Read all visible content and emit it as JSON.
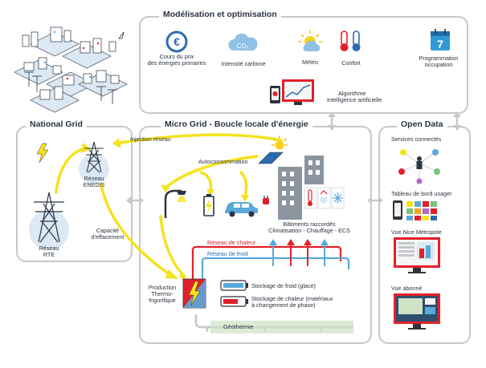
{
  "modelisation": {
    "title": "Modélisation et optimisation",
    "items": [
      {
        "label": "Cours du prix des énergies primaires",
        "line1": "Cours du prix",
        "line2": "des énergies primaires",
        "icon": "euro-icon"
      },
      {
        "label": "Intensité carbone",
        "icon": "co2-cloud-icon"
      },
      {
        "label": "Météo",
        "icon": "weather-icon"
      },
      {
        "label": "Confort",
        "icon": "thermometer-icon"
      },
      {
        "label": "Programmation occupation",
        "line1": "Programmation",
        "line2": "occupation",
        "calendar_number": "7",
        "icon": "calendar-icon"
      }
    ],
    "algorithm": {
      "line1": "Algorithme",
      "line2": "Intelligence artificielle"
    }
  },
  "national_grid": {
    "title": "National Grid",
    "enedis": {
      "line1": "Réseau",
      "line2": "ENEDIS"
    },
    "rte": {
      "line1": "Réseau",
      "line2": "RTE"
    },
    "capacite": {
      "line1": "Capacité",
      "line2": "d'effacement"
    }
  },
  "micro_grid": {
    "title": "Micro Grid - Boucle locale d'énergie",
    "injection": "Injection réseau",
    "autoconsommation": "Autoconsommation",
    "batiments": {
      "line1": "Bâtiments raccordés",
      "line2": "Climatisation - Chauffage - ECS"
    },
    "reseau_chaleur": "Réseau de chaleur",
    "reseau_froid": "Réseau de froid",
    "production": {
      "line1": "Production",
      "line2": "Thermo-",
      "line3": "frigorifique"
    },
    "stockage_froid": "Stockage de froid (glace)",
    "stockage_chaleur": {
      "line1": "Stockage de chaleur (matériaux",
      "line2": "à changement de phase)"
    },
    "geothermie": "Géothermie"
  },
  "open_data": {
    "title": "Open Data",
    "items": [
      {
        "label": "Services connectés"
      },
      {
        "label": "Tableau de bord usager"
      },
      {
        "label": "Vue Nice Métropole"
      },
      {
        "label": "Vue abonné"
      }
    ]
  },
  "colors": {
    "yellow": "#f6e21c",
    "red": "#e3202a",
    "blue": "#5aa9dc",
    "grey": "#c5c8cc",
    "dark": "#2b3440",
    "light_blue": "#dce9f4",
    "green_light": "#cfe3c5"
  }
}
